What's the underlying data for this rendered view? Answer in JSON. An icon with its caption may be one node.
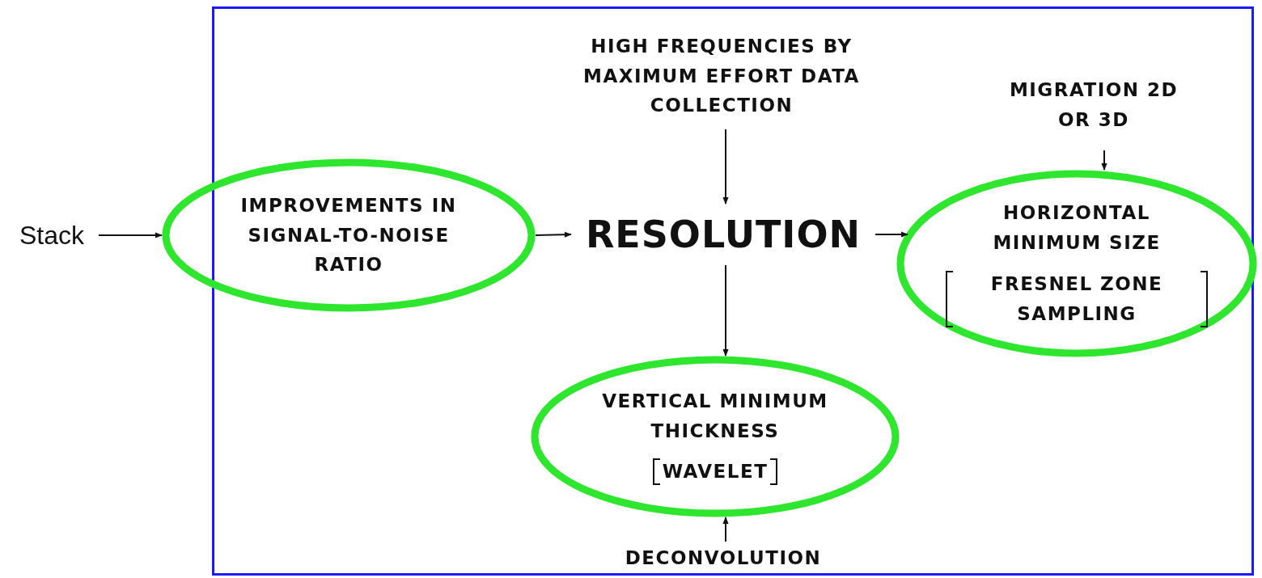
{
  "diagram": {
    "nodes": [
      {
        "text": [],
        "shape": "box"
      },
      {
        "text": [
          "Stack"
        ]
      },
      {
        "text": [
          "IMPROVEMENTS IN SIGNAL-TO-NOISE RATIO"
        ],
        "in": 0
      },
      {
        "text": [
          "HIGH FREQUENCIES BY MAXIMUM EFFORT DATA COLLECTION"
        ],
        "in": 0
      },
      {
        "text": [
          "MIGRATION 2D OR 3D"
        ],
        "in": 0
      },
      {
        "text": [
          "RESOLUTION"
        ],
        "in": 0
      },
      {
        "text": [
          "HORIZONTAL MINIMUM SIZE",
          "FRESNEL ZONE SAMPLING"
        ],
        "in": 0
      },
      {
        "text": [
          "VERTICAL MINIMUM THICKNESS",
          "WAVELET"
        ],
        "in": 0
      },
      {
        "text": [
          "DECONVOLUTION"
        ],
        "in": 0
      }
    ],
    "edges": [
      {
        "from": 1,
        "to": 2,
        "arrow": "to"
      },
      {
        "from": 2,
        "to": 5,
        "arrow": "to"
      },
      {
        "from": 3,
        "to": 5,
        "arrow": "to"
      },
      {
        "from": 5,
        "to": 6,
        "arrow": "to"
      },
      {
        "from": 4,
        "to": 6,
        "arrow": "to"
      },
      {
        "from": 5,
        "to": 7,
        "arrow": "to"
      },
      {
        "from": 8,
        "to": 7,
        "arrow": "to"
      }
    ]
  }
}
